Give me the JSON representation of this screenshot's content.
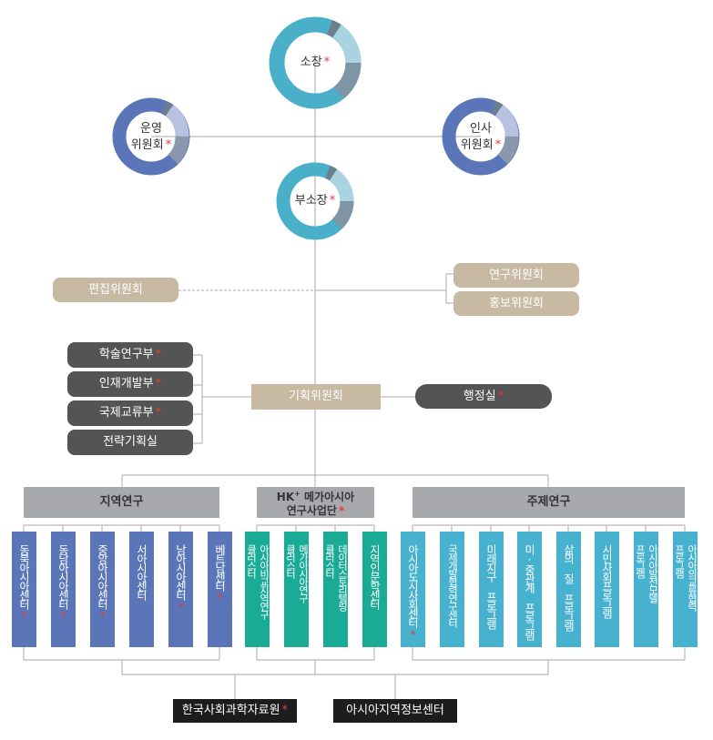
{
  "top": {
    "director": "소장",
    "ops_committee": [
      "운영",
      "위원회"
    ],
    "hr_committee": [
      "인사",
      "위원회"
    ],
    "vice_director": "부소장"
  },
  "committees": {
    "editorial": "편집위원회",
    "research": "연구위원회",
    "pr": "홍보위원회",
    "planning": "기획위원회",
    "admin": "행정실"
  },
  "departments": [
    "학술연구부",
    "인재개발부",
    "국제교류부",
    "전략기획실"
  ],
  "groups": {
    "regional": "지역연구",
    "hk_line1": "HK",
    "hk_sup": "+",
    "hk_line1_rest": " 메가아시아",
    "hk_line2": "연구사업단",
    "thematic": "주제연구"
  },
  "regional_centers": [
    "동북아시아센터",
    "동남아시아센터",
    "중앙아시아센터",
    "서아시아센터",
    "남아시아센터",
    "베트남센터"
  ],
  "hk_clusters": [
    "아시아비교지역연구\n클러스터",
    "메가아시아연구\n클러스터",
    "데이터스토리텔링\n클러스터",
    "지역인문학센터"
  ],
  "thematic_programs": [
    "아시아도시사회센터",
    "국제개발협력연구센터",
    "미래지구 프로그램",
    "미·중관계 프로그램",
    "삶의 질 프로그램",
    "시민사회프로그램",
    "아시아발전모델\n프로그램",
    "아시아의교류협력\n프로그램"
  ],
  "bottom": {
    "kossda": "한국사회과학자료원",
    "info_center": "아시아지역정보센터"
  },
  "colors": {
    "ring_outer": "#4aafc9",
    "ring_side": "#5a76b8",
    "tan": "#c7b9a2",
    "dark": "#545454",
    "grey_bar": "#a8a9ad",
    "blue": "#5a76b8",
    "green": "#1aab97",
    "sky": "#47b2cf",
    "star": "#e23b3b"
  }
}
